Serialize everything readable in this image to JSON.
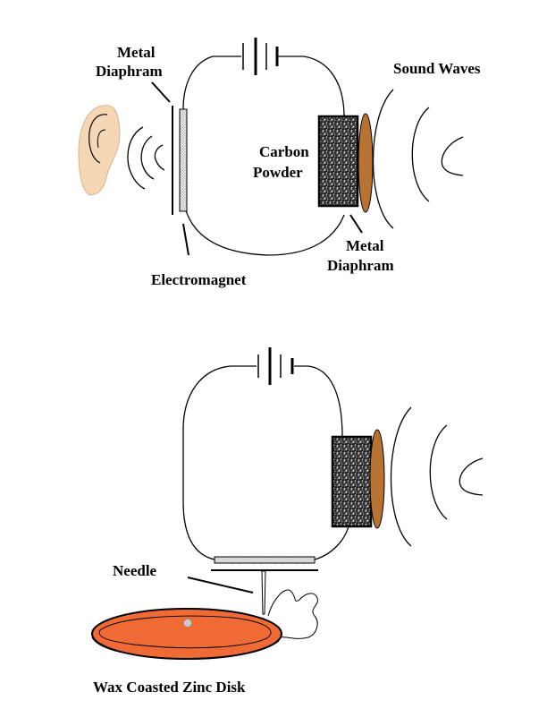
{
  "colors": {
    "ink": "#000000",
    "skin": "#f5d7b5",
    "skin_edge": "#d9b48f",
    "brass": "#b87333",
    "disk": "#ef6a35",
    "carbon_fill": "#3a3a3a",
    "coil": "#9a9a9a",
    "pin": "#c8c8c8"
  },
  "diagram_top": {
    "labels": {
      "metal_diaphram_left_line1": "Metal",
      "metal_diaphram_left_line2": "Diaphram",
      "sound_waves": "Sound Waves",
      "carbon_line1": "Carbon",
      "carbon_line2": "Powder",
      "metal_diaphram_right_line1": "Metal",
      "metal_diaphram_right_line2": "Diaphram",
      "electromagnet": "Electromagnet"
    }
  },
  "diagram_bottom": {
    "labels": {
      "needle": "Needle",
      "disk": "Wax Coasted Zinc Disk"
    }
  }
}
